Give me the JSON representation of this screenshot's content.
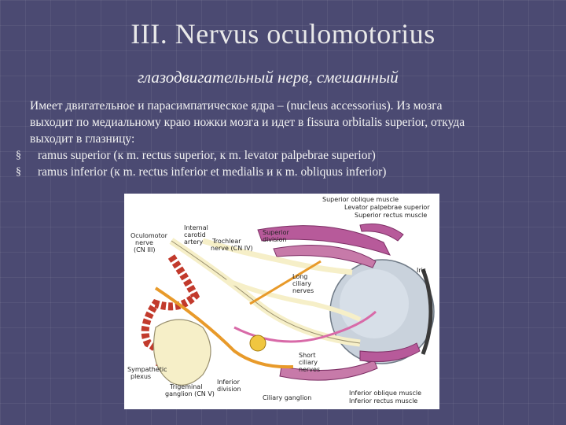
{
  "slide": {
    "title": "III. Nervus oculomotorius",
    "subtitle": "глазодвигательный нерв, смешанный",
    "paragraph_lines": [
      "Имеет двигательное и парасимпатическое ядра – (nucleus accessorius). Из мозга",
      "выходит по медиальному краю ножки мозга и идет в fissura orbitalis superior, откуда",
      "выходит в глазницу:"
    ],
    "bullets": [
      "ramus superior (к m. rectus superior, к m.  levator palpebrae superior)",
      "ramus inferior (к m. rectus inferior et   medialis и к m. obliquus inferior)"
    ],
    "bullet_glyph": "§"
  },
  "figure": {
    "labels": {
      "oculomotor_1": "Oculomotor",
      "oculomotor_2": "nerve",
      "oculomotor_3": "(CN III)",
      "carotid_1": "Internal",
      "carotid_2": "carotid",
      "carotid_3": "artery",
      "trochlear_1": "Trochlear",
      "trochlear_2": "nerve (CN IV)",
      "superior_div_1": "Superior",
      "superior_div_2": "division",
      "superior_oblique": "Superior oblique muscle",
      "levator": "Levator palpebrae superior",
      "superior_rectus": "Superior rectus muscle",
      "iris": "Iris",
      "long_ciliary_1": "Long",
      "long_ciliary_2": "ciliary",
      "long_ciliary_3": "nerves",
      "short_ciliary_1": "Short",
      "short_ciliary_2": "ciliary",
      "short_ciliary_3": "nerves",
      "sympathetic_1": "Sympathetic",
      "sympathetic_2": "plexus",
      "trigeminal_1": "Trigeminal",
      "trigeminal_2": "ganglion (CN V)",
      "inferior_div_1": "Inferior",
      "inferior_div_2": "division",
      "ciliary_ganglion": "Ciliary ganglion",
      "inferior_oblique": "Inferior oblique muscle",
      "inferior_rectus": "Inferior rectus muscle"
    },
    "colors": {
      "nerve": "#f6efc8",
      "nerve_outline": "#9a9170",
      "oculomotor": "#e89a2a",
      "parasympathetic": "#d86aa8",
      "artery": "#c23a2c",
      "muscle": "#b75a9a",
      "eyeball": "#c9d2dc",
      "ganglion": "#f0c640"
    }
  }
}
